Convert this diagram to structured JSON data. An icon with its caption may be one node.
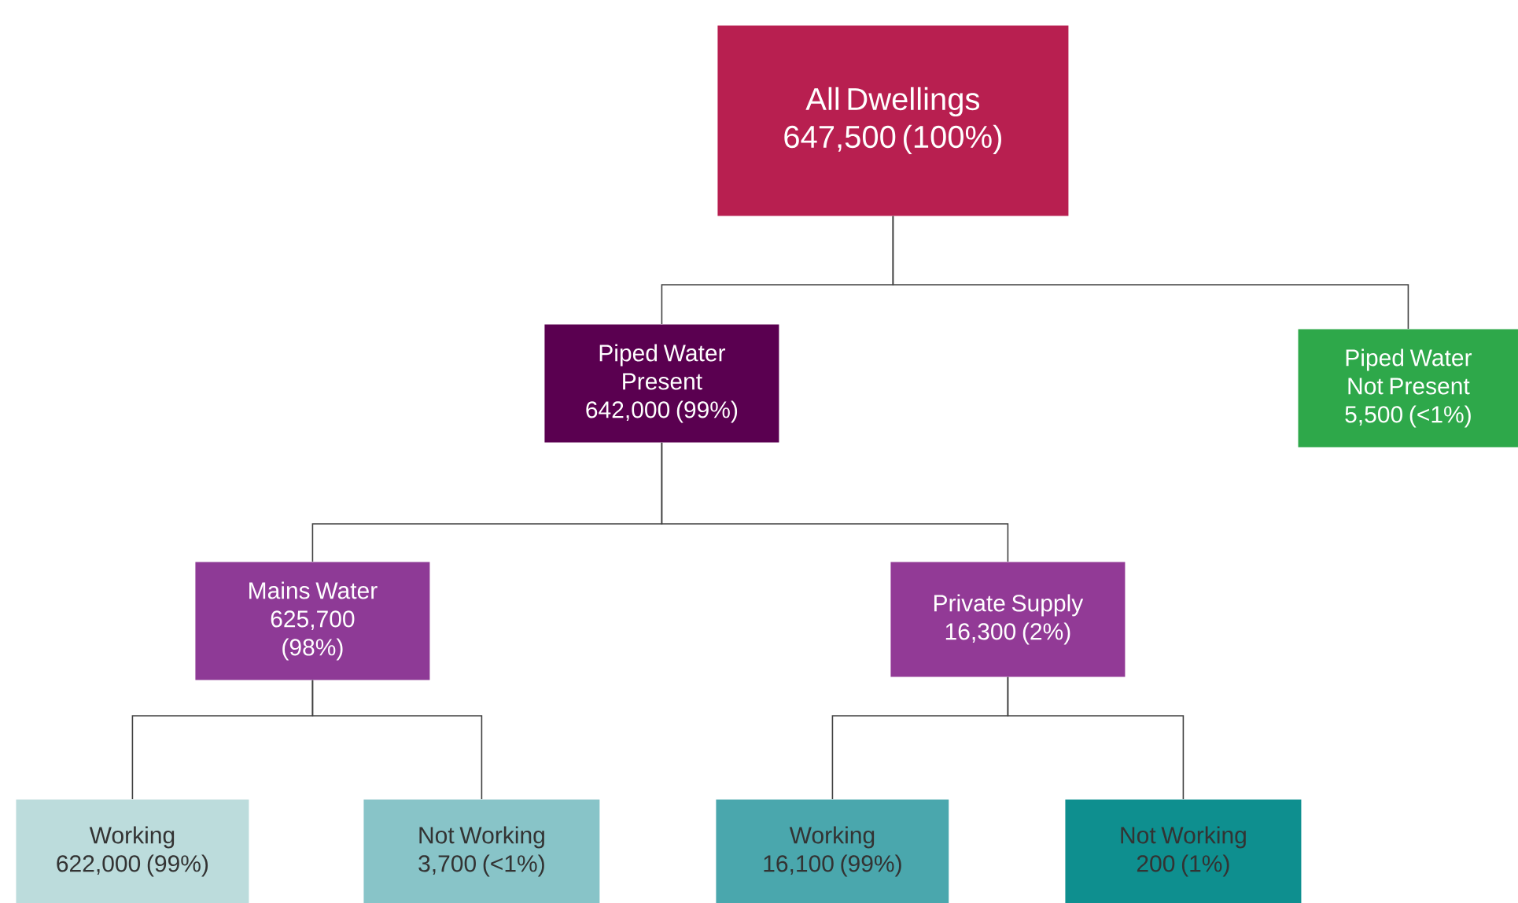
{
  "diagram": {
    "nodes": [
      {
        "text": [
          "All Dwellings 647,500 (100%)"
        ]
      },
      {
        "text": [
          "Piped Water Present 642,000 (99%)"
        ]
      },
      {
        "text": [
          "Piped Water Not Present 5,500 (<1%)"
        ]
      },
      {
        "text": [
          "Mains Water 625,700 (98%)"
        ]
      },
      {
        "text": [
          "Private Supply 16,300 (2%)"
        ]
      },
      {
        "text": [
          "Working 622,000 (99%)"
        ]
      },
      {
        "text": [
          "Not Working 3,700 (<1%)"
        ]
      },
      {
        "text": [
          "Working 16,100 (99%)"
        ]
      },
      {
        "text": [
          "Not Working 200 (1%)"
        ]
      }
    ],
    "edges": [
      {
        "from": 0,
        "to": 1,
        "arrow": "none"
      },
      {
        "from": 0,
        "to": 2,
        "arrow": "none"
      },
      {
        "from": 1,
        "to": 3,
        "arrow": "none"
      },
      {
        "from": 1,
        "to": 4,
        "arrow": "none"
      },
      {
        "from": 3,
        "to": 5,
        "arrow": "none"
      },
      {
        "from": 3,
        "to": 6,
        "arrow": "none"
      },
      {
        "from": 4,
        "to": 7,
        "arrow": "none"
      },
      {
        "from": 4,
        "to": 8,
        "arrow": "none"
      }
    ]
  }
}
